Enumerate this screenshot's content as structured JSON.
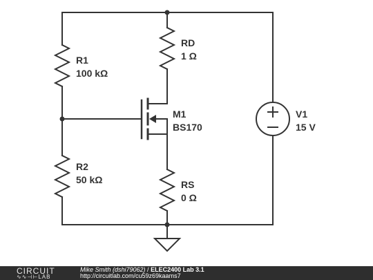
{
  "components": {
    "r1": {
      "name": "R1",
      "value": "100 kΩ"
    },
    "r2": {
      "name": "R2",
      "value": "50 kΩ"
    },
    "rd": {
      "name": "RD",
      "value": "1 Ω"
    },
    "rs": {
      "name": "RS",
      "value": "0 Ω"
    },
    "m1": {
      "name": "M1",
      "value": "BS170"
    },
    "v1": {
      "name": "V1",
      "value": "15 V"
    }
  },
  "footer": {
    "brand_top": "CIRCUIT",
    "brand_bottom": "LAB",
    "author": "Mike Smith (dshi79062)",
    "separator": " / ",
    "project": "ELEC2400 Lab 3.1",
    "url": "http://circuitlab.com/cu59z69kaams7"
  },
  "colors": {
    "wire": "#333333",
    "footer_bg": "#2e2e2e"
  }
}
